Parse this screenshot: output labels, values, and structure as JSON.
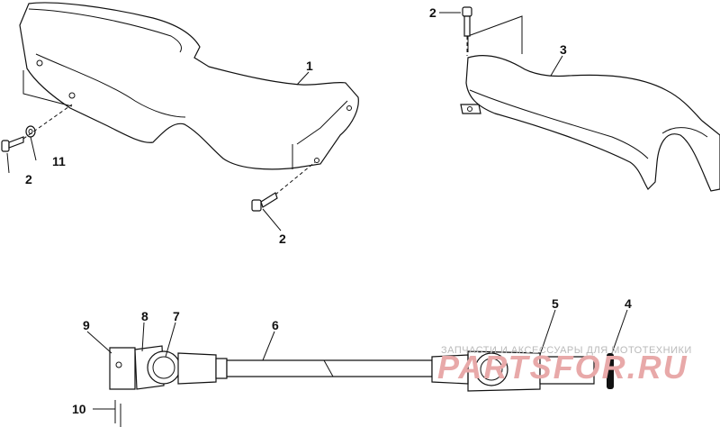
{
  "diagram": {
    "callouts": [
      {
        "id": "c1",
        "text": "1"
      },
      {
        "id": "c2a",
        "text": "2"
      },
      {
        "id": "c2b",
        "text": "2"
      },
      {
        "id": "c2c",
        "text": "2"
      },
      {
        "id": "c3",
        "text": "3"
      },
      {
        "id": "c4",
        "text": "4"
      },
      {
        "id": "c5",
        "text": "5"
      },
      {
        "id": "c6",
        "text": "6"
      },
      {
        "id": "c7",
        "text": "7"
      },
      {
        "id": "c8",
        "text": "8"
      },
      {
        "id": "c9",
        "text": "9"
      },
      {
        "id": "c10",
        "text": "10"
      },
      {
        "id": "c11",
        "text": "11"
      }
    ]
  },
  "watermark": {
    "caption": "ЗАПЧАСТИ И АКСЕССУАРЫ ДЛЯ МОТОТЕХНИКИ",
    "logo": "PARTSFOR.RU"
  }
}
